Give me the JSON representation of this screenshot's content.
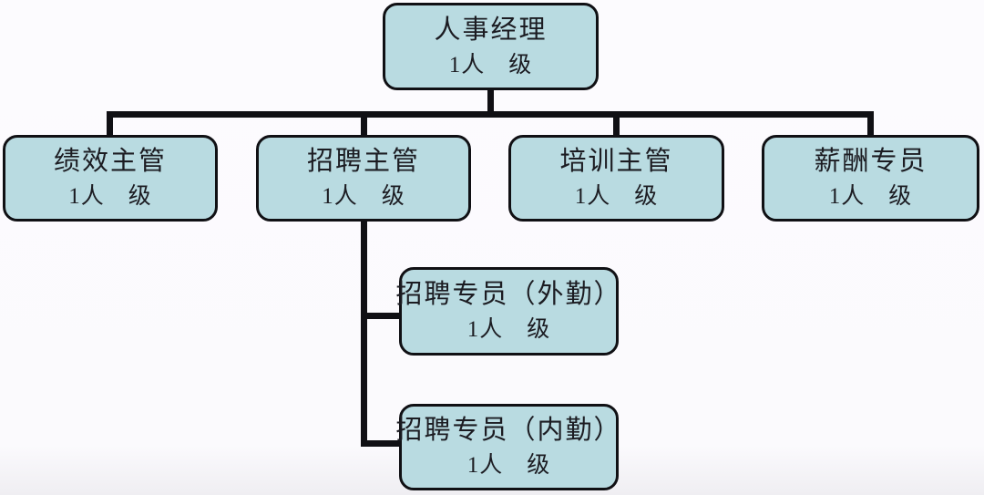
{
  "org_chart": {
    "type": "org-chart",
    "colors": {
      "node_fill": "#b9dbe1",
      "node_border": "#101014",
      "connector": "#101014",
      "text": "#1c1c22",
      "background": "#fbfafd"
    },
    "nodes": [
      {
        "id": "hr-manager",
        "title": "人事经理",
        "subtitle": "1人　级",
        "parent": null
      },
      {
        "id": "performance-supervisor",
        "title": "绩效主管",
        "subtitle": "1人　级",
        "parent": "hr-manager"
      },
      {
        "id": "recruiting-supervisor",
        "title": "招聘主管",
        "subtitle": "1人　级",
        "parent": "hr-manager"
      },
      {
        "id": "training-supervisor",
        "title": "培训主管",
        "subtitle": "1人　级",
        "parent": "hr-manager"
      },
      {
        "id": "compensation-specialist",
        "title": "薪酬专员",
        "subtitle": "1人　级",
        "parent": "hr-manager"
      },
      {
        "id": "recruiting-specialist-field",
        "title": "招聘专员（外勤）",
        "subtitle": "1人　级",
        "parent": "recruiting-supervisor"
      },
      {
        "id": "recruiting-specialist-office",
        "title": "招聘专员（内勤）",
        "subtitle": "1人　级",
        "parent": "recruiting-supervisor"
      }
    ]
  }
}
